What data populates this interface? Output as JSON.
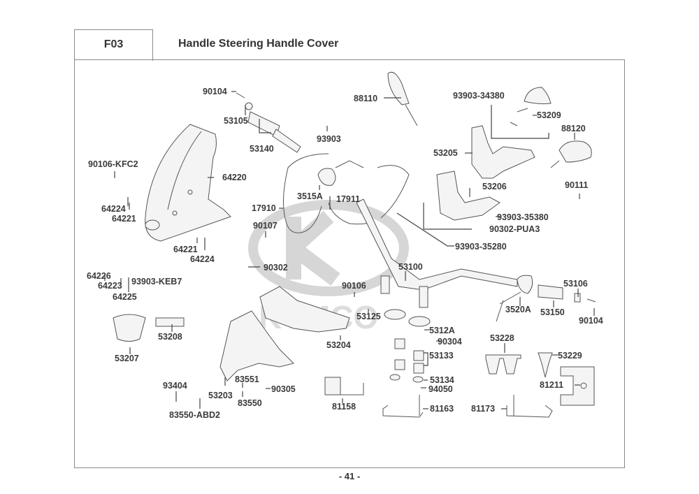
{
  "header": {
    "code": "F03",
    "title": "Handle Steering  Handle Cover"
  },
  "watermark": {
    "brand": "KYMCO"
  },
  "page_number": "- 41 -",
  "labels": [
    {
      "id": "90104-top",
      "text": "90104"
    },
    {
      "id": "53105",
      "text": "53105"
    },
    {
      "id": "53140",
      "text": "53140"
    },
    {
      "id": "88110",
      "text": "88110"
    },
    {
      "id": "93903",
      "text": "93903"
    },
    {
      "id": "93903-34380",
      "text": "93903-34380"
    },
    {
      "id": "53209",
      "text": "53209"
    },
    {
      "id": "88120",
      "text": "88120"
    },
    {
      "id": "53205",
      "text": "53205"
    },
    {
      "id": "90111",
      "text": "90111"
    },
    {
      "id": "90106-KFC2",
      "text": "90106-KFC2"
    },
    {
      "id": "64220",
      "text": "64220"
    },
    {
      "id": "64224-top",
      "text": "64224"
    },
    {
      "id": "64221-top",
      "text": "64221"
    },
    {
      "id": "3515A",
      "text": "3515A"
    },
    {
      "id": "17911",
      "text": "17911"
    },
    {
      "id": "17910",
      "text": "17910"
    },
    {
      "id": "53206",
      "text": "53206"
    },
    {
      "id": "93903-35380",
      "text": "93903-35380"
    },
    {
      "id": "90302-PUA3",
      "text": "90302-PUA3"
    },
    {
      "id": "90107",
      "text": "90107"
    },
    {
      "id": "64221-mid",
      "text": "64221"
    },
    {
      "id": "64224-mid",
      "text": "64224"
    },
    {
      "id": "93903-35280",
      "text": "93903-35280"
    },
    {
      "id": "90302",
      "text": "90302"
    },
    {
      "id": "64226",
      "text": "64226"
    },
    {
      "id": "64223",
      "text": "64223"
    },
    {
      "id": "93903-KEB7",
      "text": "93903-KEB7"
    },
    {
      "id": "64225",
      "text": "64225"
    },
    {
      "id": "53100",
      "text": "53100"
    },
    {
      "id": "90106",
      "text": "90106"
    },
    {
      "id": "53106",
      "text": "53106"
    },
    {
      "id": "53125",
      "text": "53125"
    },
    {
      "id": "3520A",
      "text": "3520A"
    },
    {
      "id": "53150",
      "text": "53150"
    },
    {
      "id": "90104-right",
      "text": "90104"
    },
    {
      "id": "53208",
      "text": "53208"
    },
    {
      "id": "5312A",
      "text": "5312A"
    },
    {
      "id": "53207",
      "text": "53207"
    },
    {
      "id": "53204",
      "text": "53204"
    },
    {
      "id": "90304",
      "text": "90304"
    },
    {
      "id": "53228",
      "text": "53228"
    },
    {
      "id": "53229",
      "text": "53229"
    },
    {
      "id": "53133",
      "text": "53133"
    },
    {
      "id": "83551",
      "text": "83551"
    },
    {
      "id": "53134",
      "text": "53134"
    },
    {
      "id": "81211",
      "text": "81211"
    },
    {
      "id": "93404",
      "text": "93404"
    },
    {
      "id": "90305",
      "text": "90305"
    },
    {
      "id": "94050",
      "text": "94050"
    },
    {
      "id": "53203",
      "text": "53203"
    },
    {
      "id": "83550",
      "text": "83550"
    },
    {
      "id": "81158",
      "text": "81158"
    },
    {
      "id": "81163",
      "text": "81163"
    },
    {
      "id": "81173",
      "text": "81173"
    },
    {
      "id": "83550-ABD2",
      "text": "83550-ABD2"
    }
  ]
}
